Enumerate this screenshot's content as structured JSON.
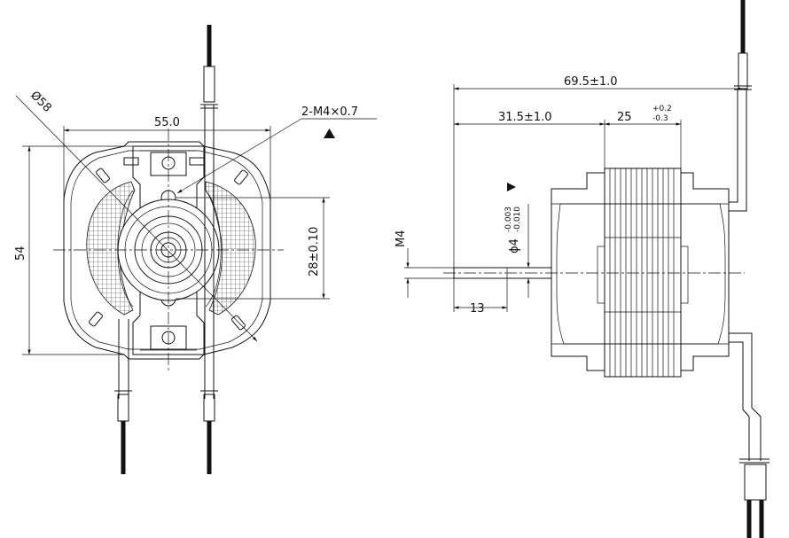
{
  "front_view": {
    "diameter_label": "Ø58",
    "width_label": "55.0",
    "height_label": "54",
    "hole_spacing_label": "28±0.10",
    "thread_label": "2-M4×0.7"
  },
  "side_view": {
    "overall_length_label": "69.5±1.0",
    "shaft_to_core_label": "31.5±1.0",
    "stack_length_label": "25",
    "stack_tol_upper": "+0.2",
    "stack_tol_lower": "-0.3",
    "shaft_diameter_label": "ϕ4",
    "shaft_tol_upper": "-0.003",
    "shaft_tol_lower": "-0.010",
    "shaft_thread_label": "M4",
    "shaft_length_label": "13"
  }
}
